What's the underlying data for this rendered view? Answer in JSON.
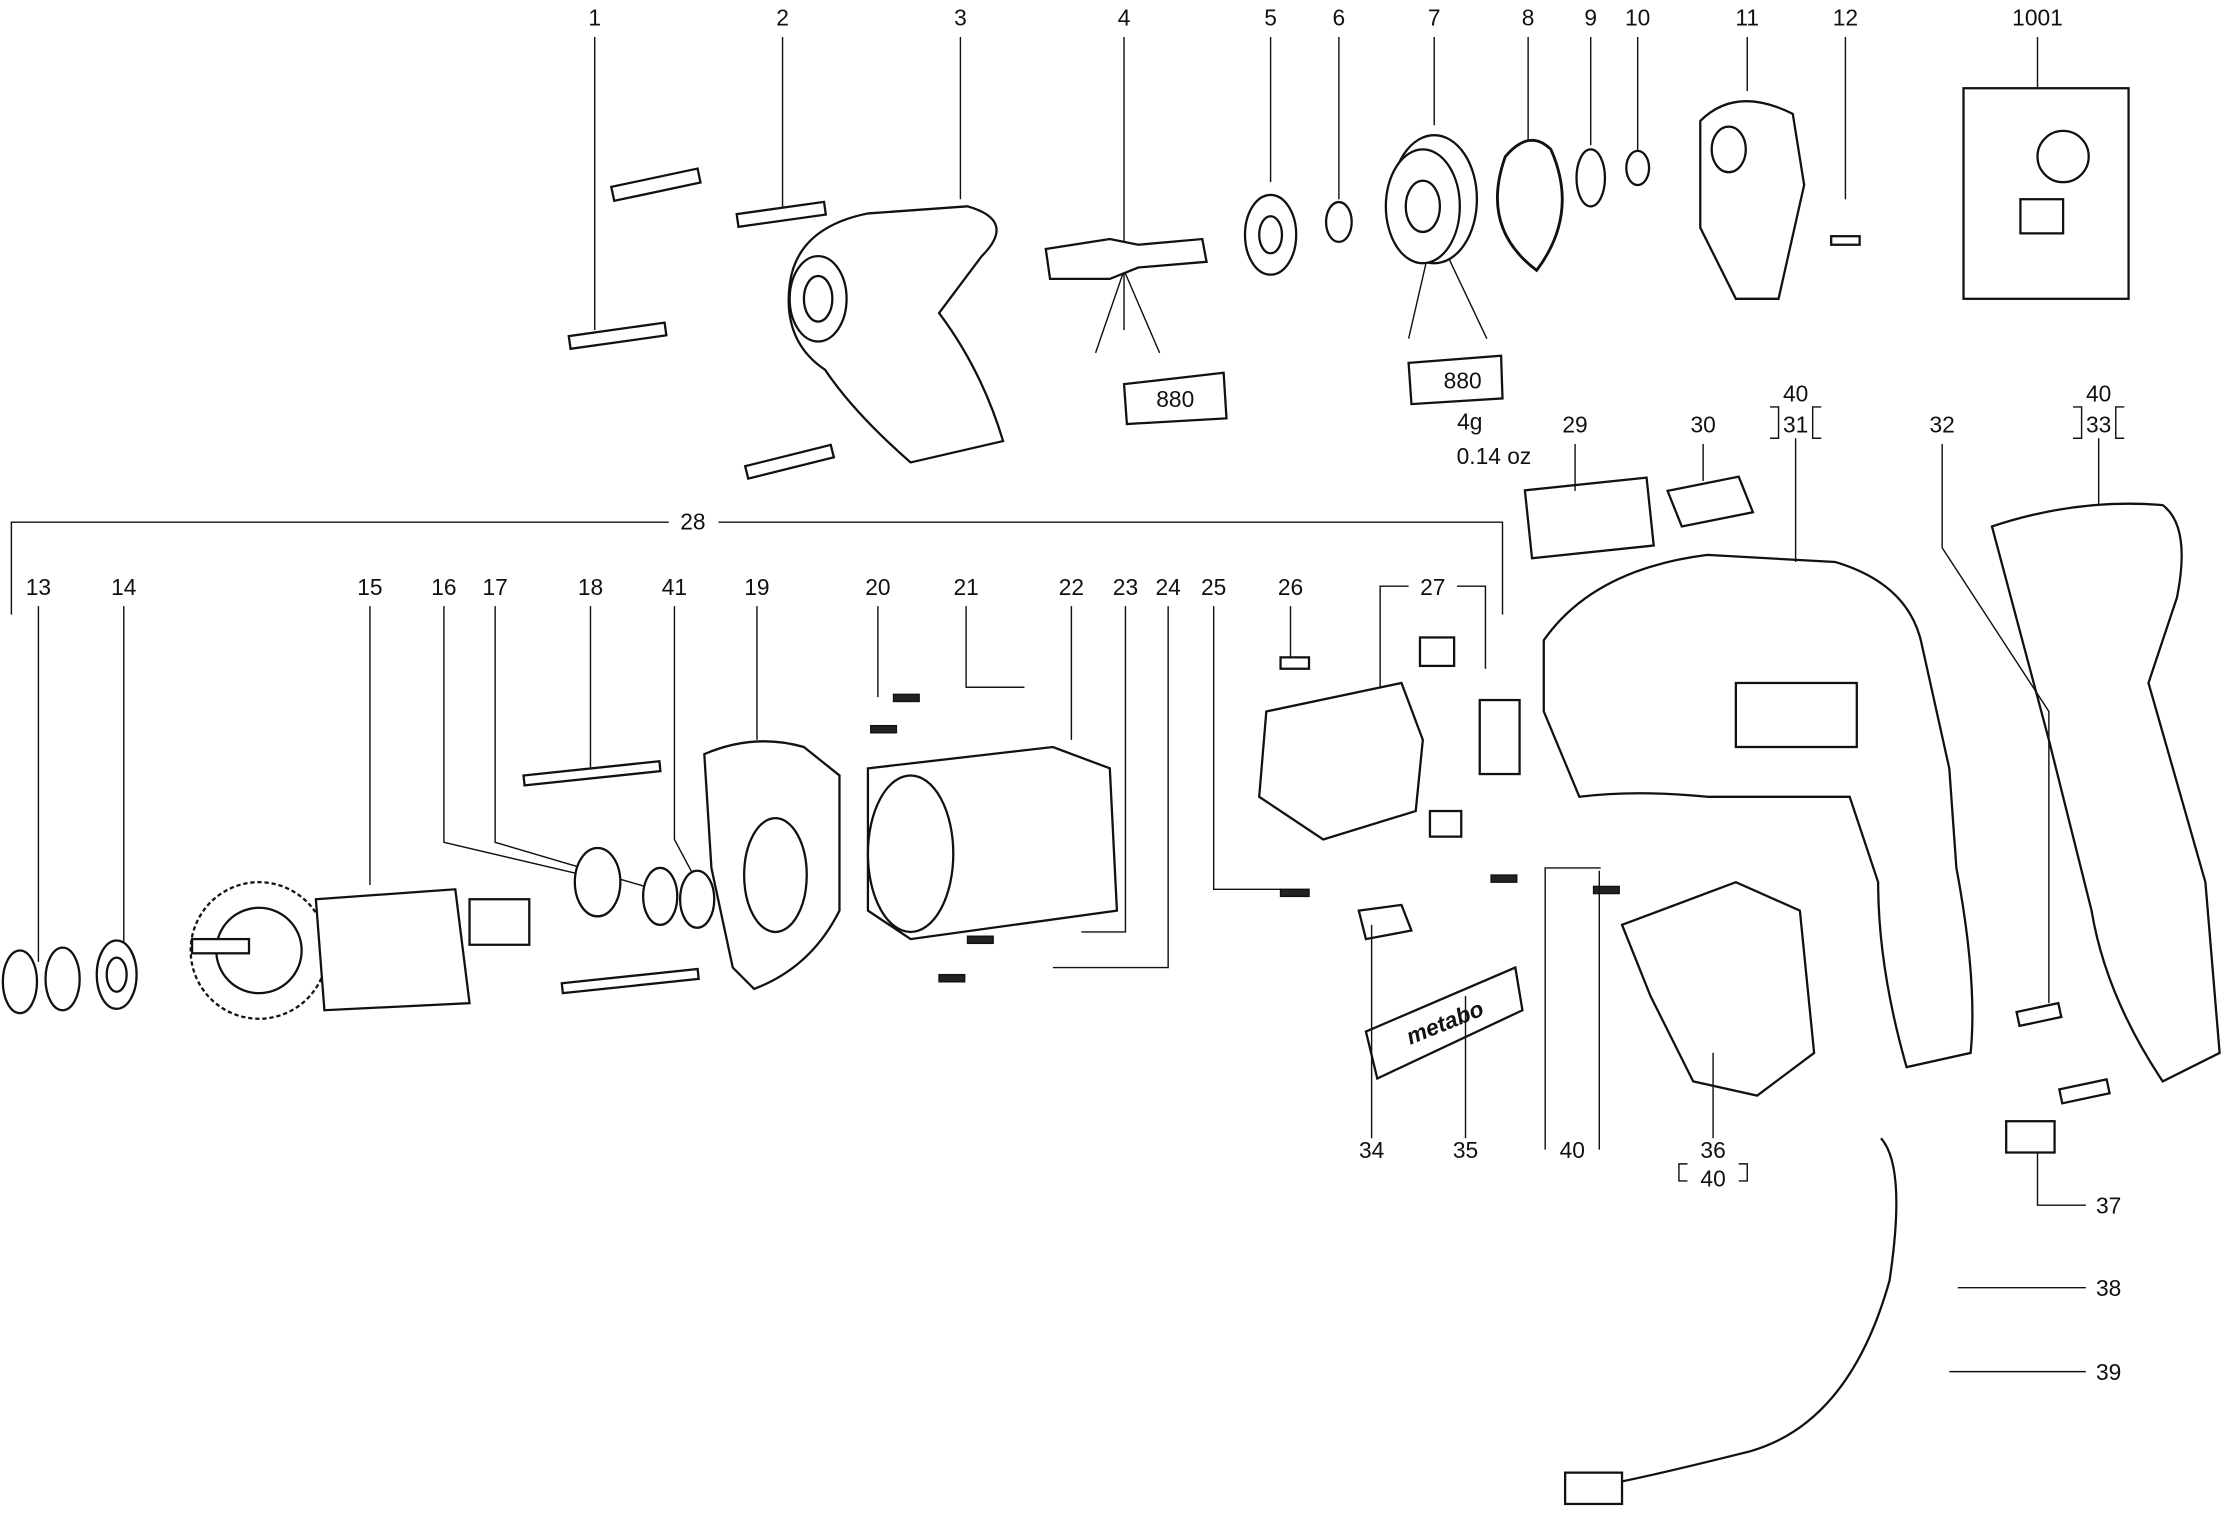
{
  "labels_top": [
    "1",
    "2",
    "3",
    "4",
    "5",
    "6",
    "7",
    "8",
    "9",
    "10",
    "11",
    "12",
    "1001"
  ],
  "labels_mid": [
    "13",
    "14",
    "15",
    "16",
    "17",
    "18",
    "41",
    "19",
    "20",
    "21",
    "22",
    "23",
    "24",
    "25",
    "26",
    "27"
  ],
  "label_28": "28",
  "label_29": "29",
  "label_30": "30",
  "label_31": [
    "40",
    "31"
  ],
  "label_32": "32",
  "label_33": [
    "40",
    "33"
  ],
  "label_34": "34",
  "label_35": "35",
  "label_40": "40",
  "label_36": [
    "36",
    "40"
  ],
  "label_37": "37",
  "label_38": "38",
  "label_39": "39",
  "grease_tube_1": "880",
  "grease_tube_2": "880",
  "grease_qty_g": "4g",
  "grease_qty_oz": "0.14 oz",
  "brand_label": "metabo"
}
